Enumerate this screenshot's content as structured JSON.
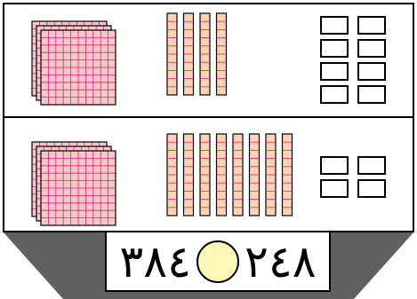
{
  "rows": [
    {
      "hundreds": 3,
      "tens": 4,
      "ones": 8
    },
    {
      "hundreds": 3,
      "tens": 8,
      "ones": 4
    }
  ],
  "comparison": {
    "left_number": "٣٨٤",
    "right_number": "٢٤٨",
    "circle_color": "#fff7b8"
  },
  "colors": {
    "grid_fill": "#f4c8c8",
    "grid_lines": "#e0207a",
    "rod_fill": "#f8d4b4",
    "stand": "#606060"
  }
}
